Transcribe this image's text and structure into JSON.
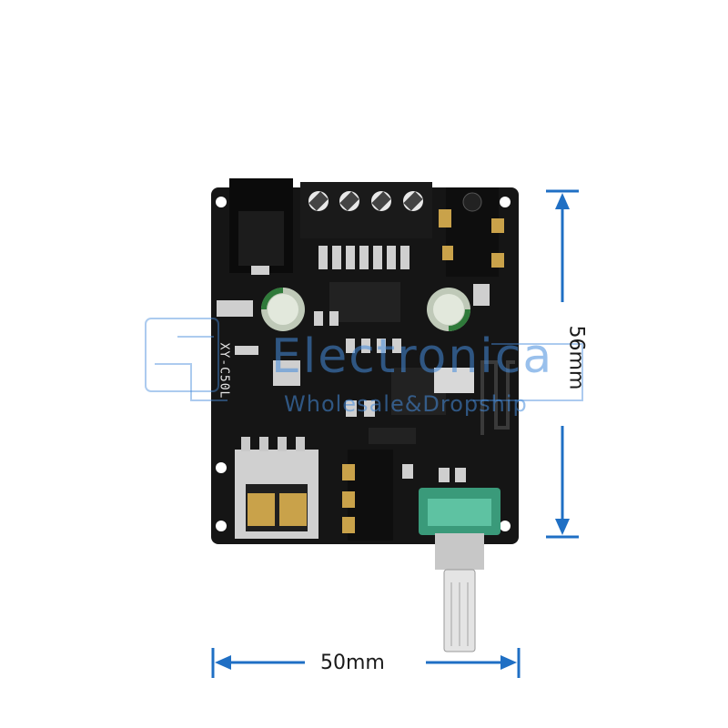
{
  "dimensions": {
    "width_label": "50mm",
    "height_label": "56mm"
  },
  "board": {
    "model_text": "XY-C50L"
  },
  "watermark": {
    "main": "Electronica",
    "sub": "Wholesale&Dropship"
  },
  "colors": {
    "pcb": "#151515",
    "arrow": "#1f6fc4",
    "terminal": "#2a2a2a",
    "knob_housing": "#3a9a7a",
    "usb_metal": "#d0d0d0",
    "usb_insert": "#c9a24a"
  }
}
